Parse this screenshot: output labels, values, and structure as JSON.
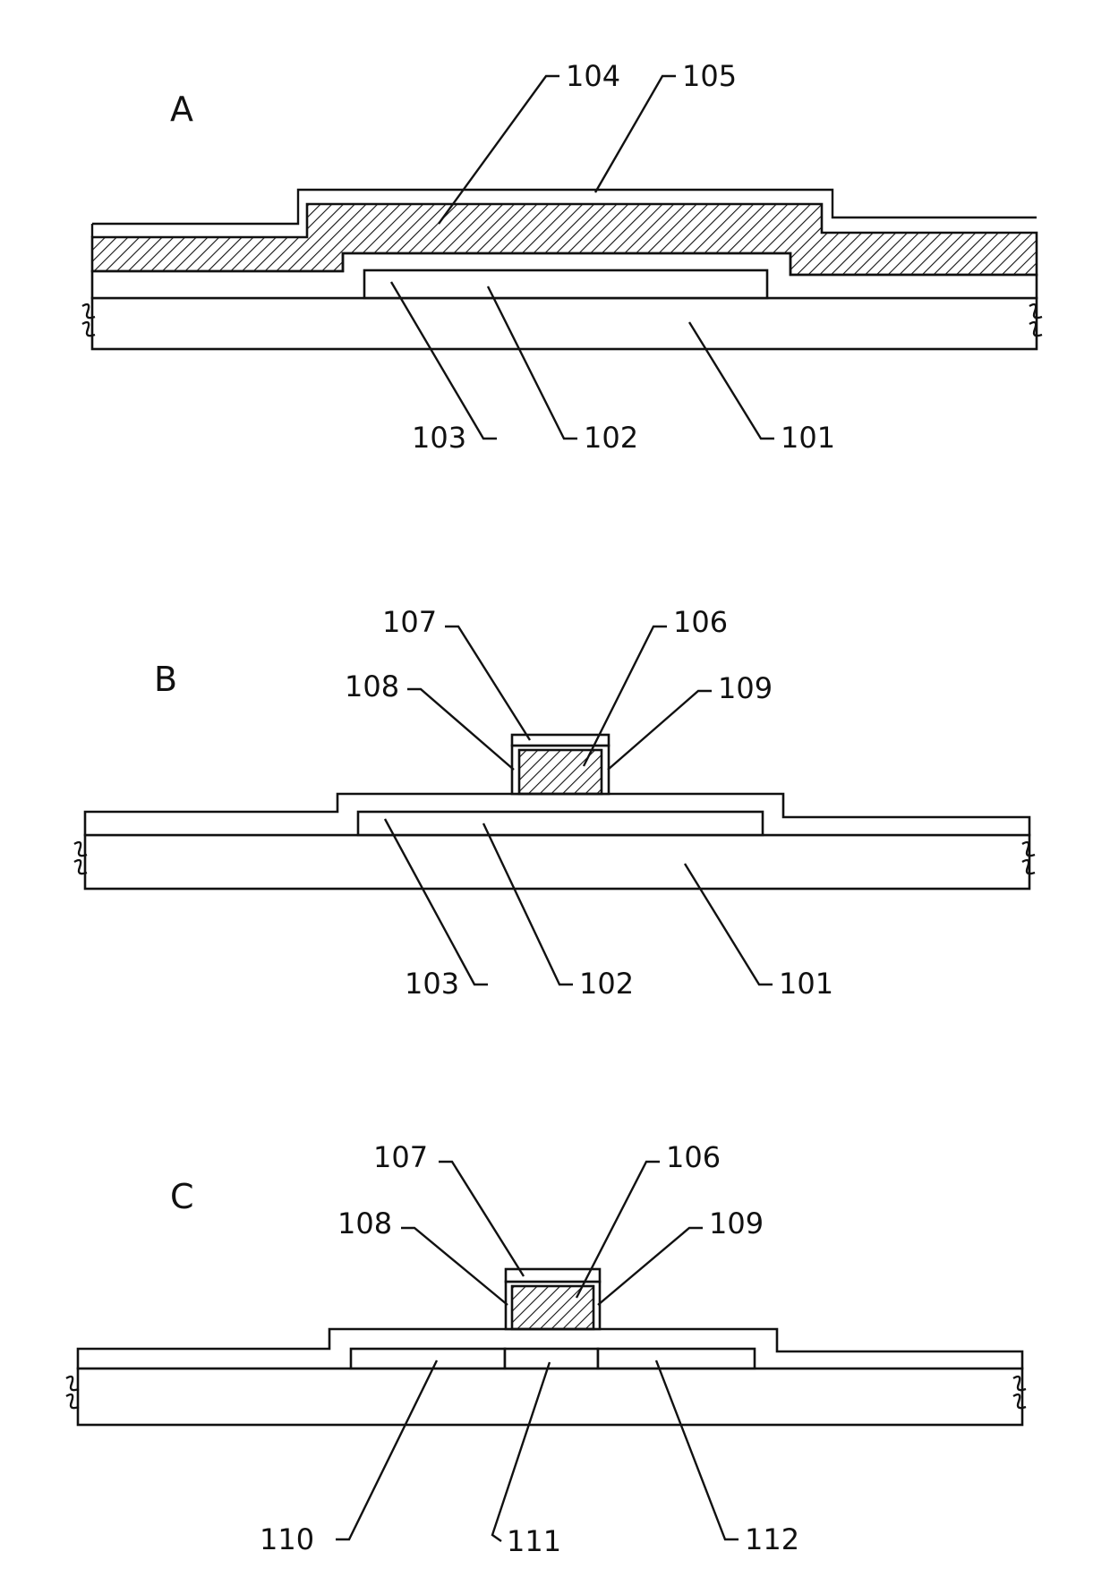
{
  "figure": {
    "panels": [
      {
        "id": "A",
        "label": "A",
        "refs": {
          "r104": "104",
          "r105": "105",
          "r103": "103",
          "r102": "102",
          "r101": "101"
        }
      },
      {
        "id": "B",
        "label": "B",
        "refs": {
          "r107": "107",
          "r106": "106",
          "r108": "108",
          "r109": "109",
          "r103": "103",
          "r102": "102",
          "r101": "101"
        }
      },
      {
        "id": "C",
        "label": "C",
        "refs": {
          "r107": "107",
          "r106": "106",
          "r108": "108",
          "r109": "109",
          "r110": "110",
          "r111": "111",
          "r112": "112"
        }
      }
    ]
  }
}
